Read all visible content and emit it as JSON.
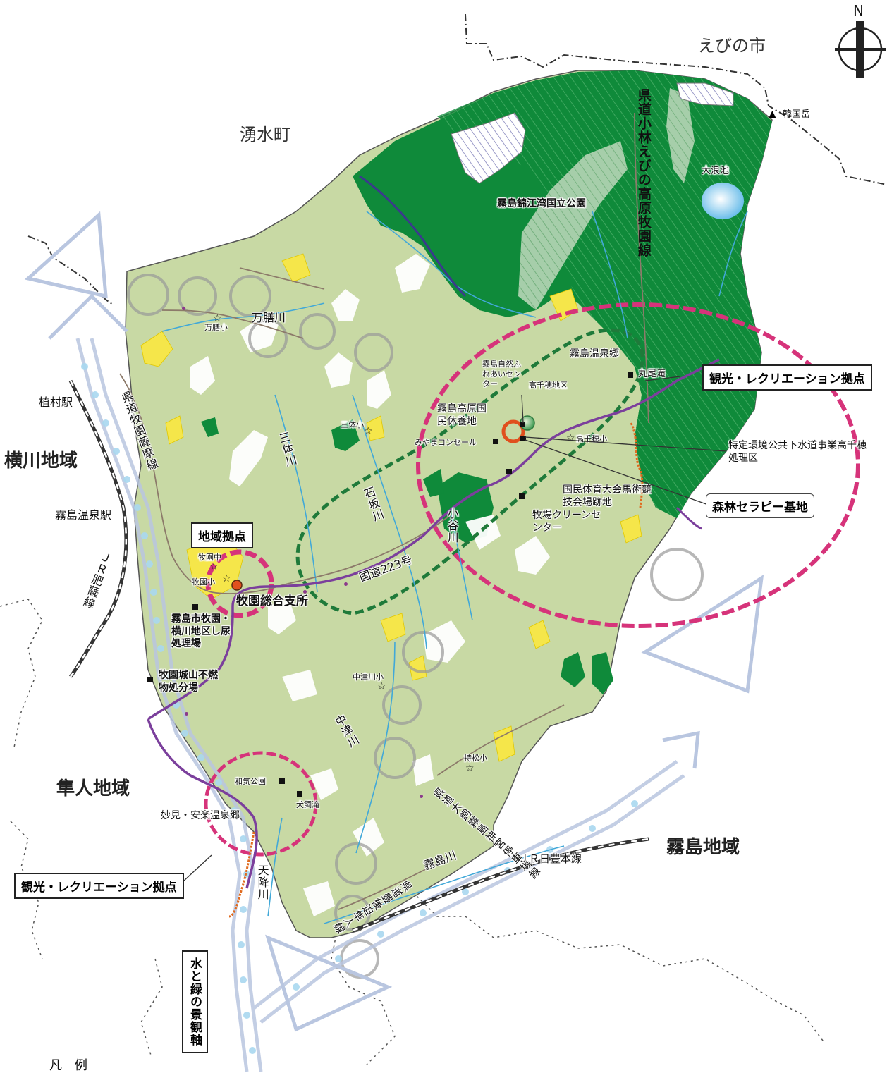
{
  "regions": {
    "ebino": "えびの市",
    "yusui": "湧水町",
    "yokogawa": "横川地域",
    "hayato": "隼人地域",
    "kirishima": "霧島地域"
  },
  "north": "N",
  "rivers": {
    "manzen": "万膳川",
    "santai": "三体川",
    "ishizaka": "石坂川",
    "kotani": "小谷川",
    "nakatsu": "中津川",
    "kirishima": "霧島川",
    "amori": "天降川"
  },
  "roads": {
    "kobayashi_ebino": "県道小林えびの高原牧園線",
    "makizono_satsuma": "県道牧園薩摩線",
    "route223": "国道223号",
    "okute": "県道大飼霧島神宮停車場線",
    "bungo": "県道豊後迫隼人線"
  },
  "railways": {
    "hisatsu": "ＪＲ肥薩線",
    "nippo": "ＪＲ日豊本線"
  },
  "stations": {
    "uemura": "植村駅",
    "kirishima_onsen": "霧島温泉駅"
  },
  "places": {
    "karakuni": "韓国岳",
    "onami": "大浪池",
    "park": "霧島錦江湾国立公園",
    "onsen_kyo": "霧島温泉郷",
    "marao": "丸尾滝",
    "nature_center": "霧島自然ふれあいセンター",
    "takachiho_district": "高千穂地区",
    "kokumin": "霧島高原国民休養地",
    "miyama": "みやまコンセール",
    "takachiho_es": "高千穂小",
    "sewer": "特定環境公共下水道事業高千穂処理区",
    "equestrian": "国民体育大会馬術競技会場跡地",
    "makiba_clean": "牧場クリーンセンター",
    "manzen_es": "万膳小",
    "santai_es": "三体小",
    "makizono_jhs": "牧園中",
    "makizono_es": "牧園小",
    "makizono_office": "牧園総合支所",
    "night_soil": "霧島市牧園・横川地区し尿処理場",
    "landfill": "牧園城山不燃物処分場",
    "nakatsugawa_es": "中津川小",
    "mochimatsu_es": "持松小",
    "wake_park": "和気公園",
    "inukai": "犬飼滝",
    "myoken": "妙見・安楽温泉郷"
  },
  "boxes": {
    "tourism_top": "観光・レクリエーション拠点",
    "regional_hub": "地域拠点",
    "forest_therapy": "森林セラピー基地",
    "tourism_bottom": "観光・レクリエーション拠点",
    "landscape_axis": "水と緑の景観軸"
  },
  "legend": {
    "title": "凡　例"
  },
  "colors": {
    "land": "#c8d9a4",
    "forest": "#0f8a3a",
    "park_hatch": "#8fc5a0",
    "border": "#333333",
    "road": "#8c7a6a",
    "river": "#41a8d8",
    "national_road": "#7b3f9c",
    "tourism_ring": "#d6337a",
    "green_axis": "#1f7a3a",
    "landscape_axis": "#b9c6e0",
    "yellow_zone": "#f5e64a"
  }
}
